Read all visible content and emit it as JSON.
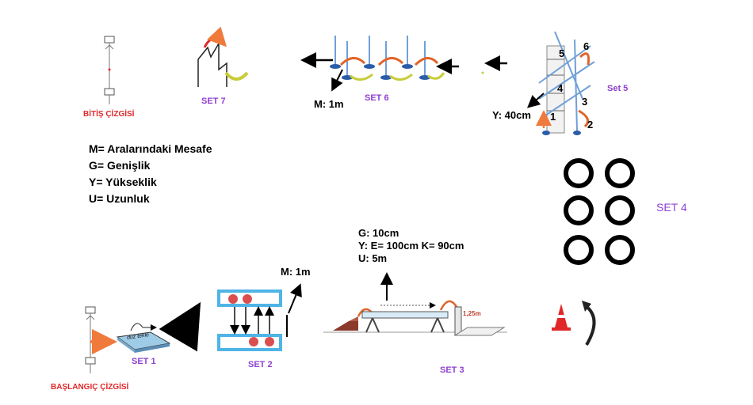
{
  "labels": {
    "finish_line": "BİTİŞ ÇİZGİSİ",
    "start_line": "BAŞLANGIÇ ÇİZGİSİ",
    "set1": "SET 1",
    "set2": "SET 2",
    "set3": "SET 3",
    "set4": "SET 4",
    "set5": "Set 5",
    "set6": "SET 6",
    "set7": "SET 7",
    "step_board": "düz tekle",
    "box_height": "1,25m"
  },
  "legend": [
    "M= Aralarındaki Mesafe",
    "G= Genişlik",
    "Y= Yükseklik",
    "U= Uzunluk"
  ],
  "set5_numbers": [
    "1",
    "2",
    "3",
    "4",
    "5",
    "6"
  ],
  "dimensions": {
    "set6_distance": "M: 1m",
    "set5_height": "Y: 40cm",
    "set2_distance": "M: 1m",
    "set3_width": "G: 10cm",
    "set3_height": "Y: E= 100cm K= 90cm",
    "set3_length": "U: 5m"
  },
  "colors": {
    "set_label": "#8e3fd1",
    "line_label": "#e0282a",
    "arrow_orange": "#f07a3c",
    "steel_blue": "#6fa0d8"
  }
}
